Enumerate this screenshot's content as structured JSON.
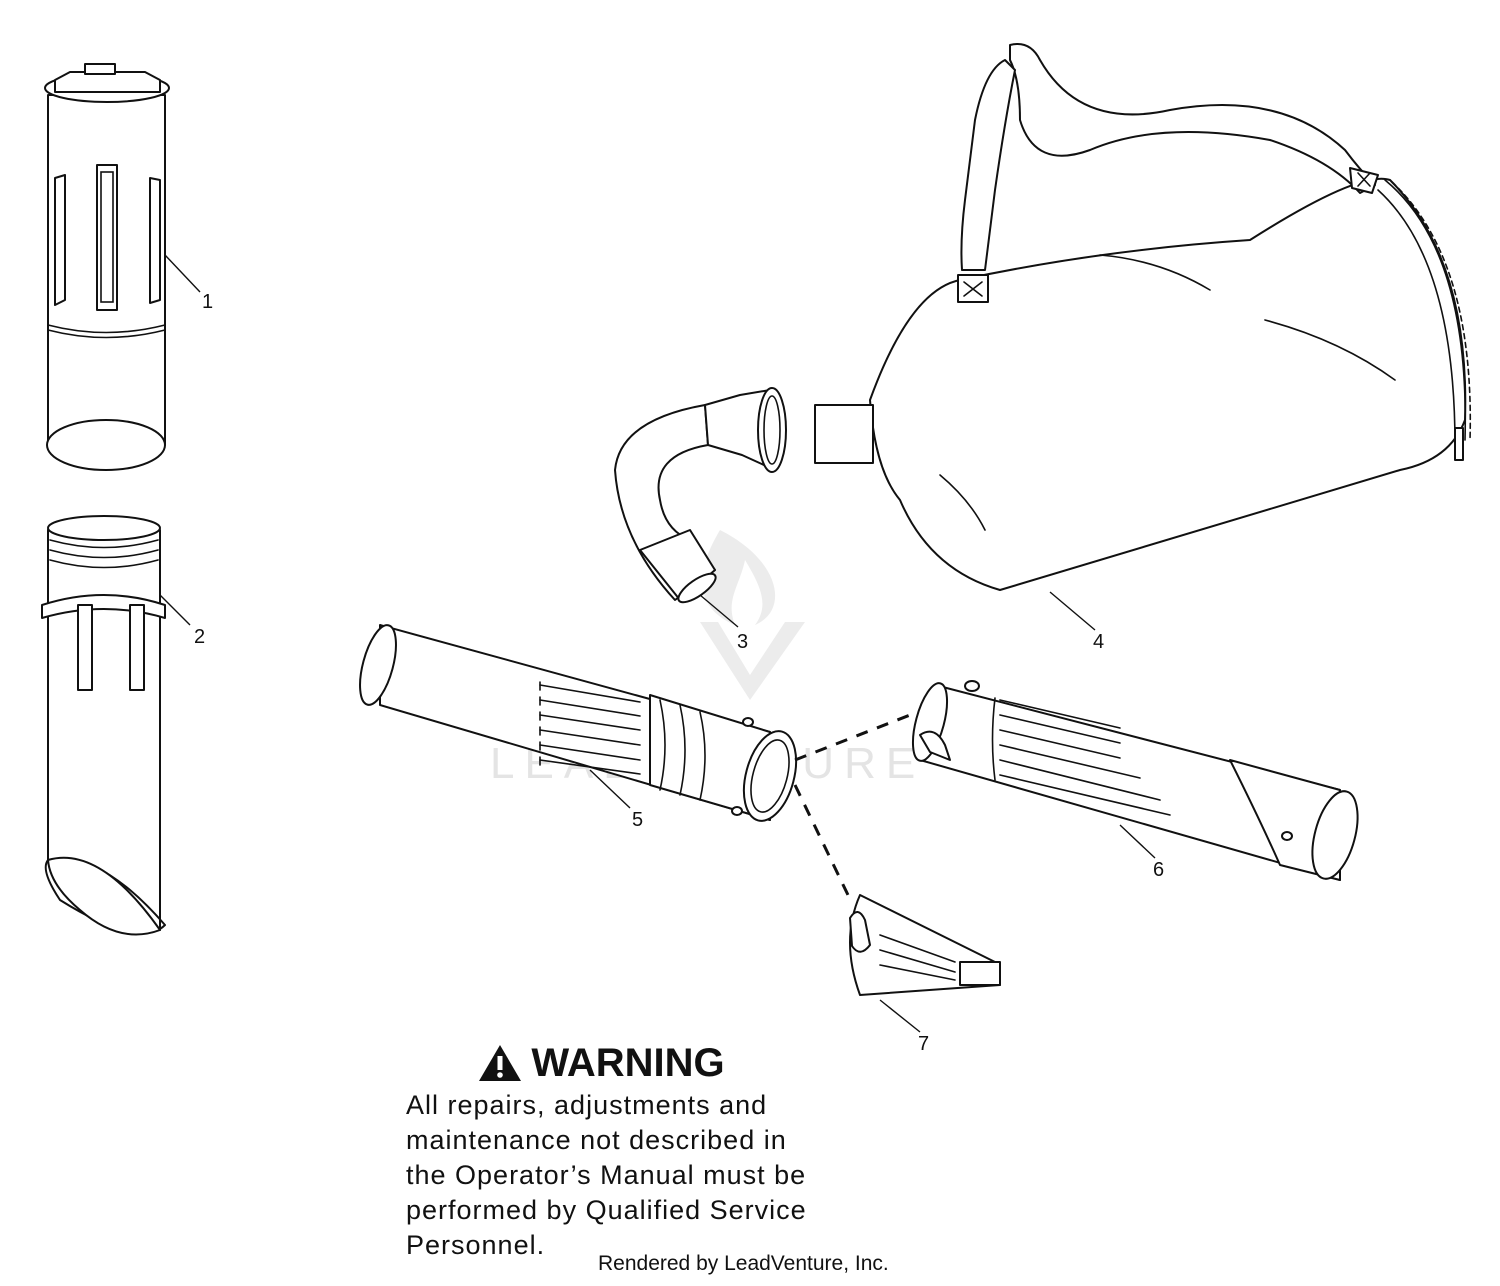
{
  "callouts": {
    "c1": "1",
    "c2": "2",
    "c3": "3",
    "c4": "4",
    "c5": "5",
    "c6": "6",
    "c7": "7"
  },
  "watermark": "LEADVENTURE",
  "warning": {
    "title": "WARNING",
    "text": "All repairs, adjustments and\nmaintenance not described in\nthe Operator’s Manual must be\nperformed by Qualified Service\nPersonnel."
  },
  "footer": "Rendered by LeadVenture, Inc.",
  "icons": {
    "warning": "warning-triangle-icon"
  }
}
